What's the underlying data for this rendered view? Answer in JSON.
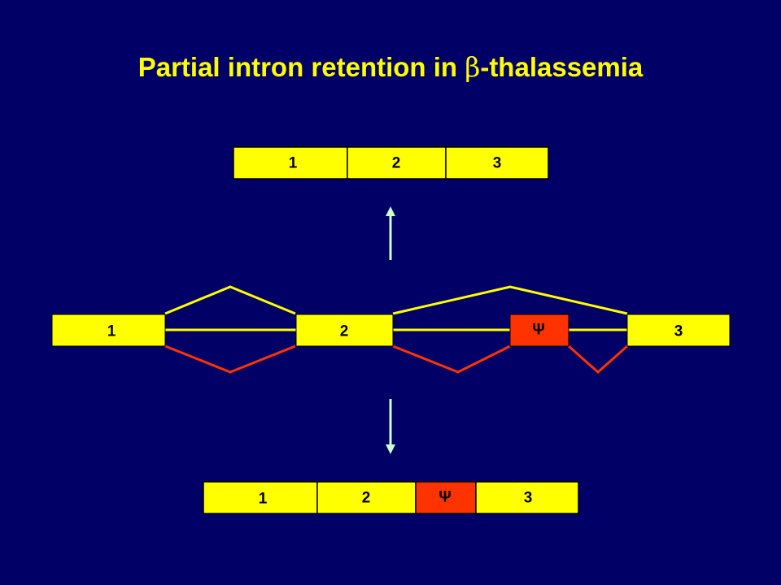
{
  "title": {
    "text": "Partial intron retention in ",
    "symbol": "β",
    "suffix": "-thalassemia"
  },
  "colors": {
    "background": "#000066",
    "exon": "#ffff00",
    "retained": "#ff3300",
    "arrow": "#ccffcc"
  },
  "normal_mrna": {
    "exons": [
      "1",
      "2",
      "3"
    ]
  },
  "pre_mrna": {
    "exons": [
      "1",
      "2",
      "Ψ",
      "3"
    ]
  },
  "aberrant_mrna": {
    "exons": [
      "1",
      "2",
      "Ψ",
      "3"
    ]
  }
}
